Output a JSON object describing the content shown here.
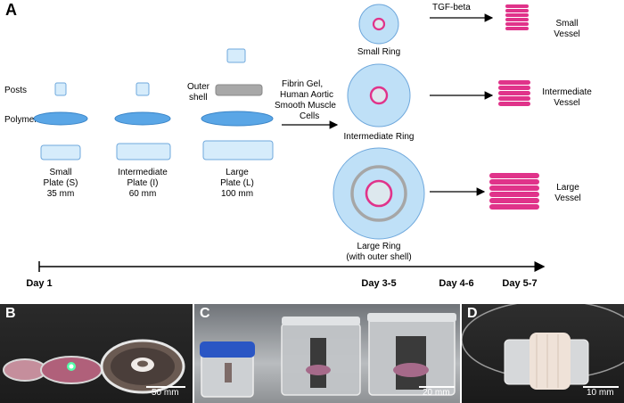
{
  "panel_labels": {
    "a": "A",
    "b": "B",
    "c": "C",
    "d": "D"
  },
  "labels": {
    "posts": "Posts",
    "polymer": "Polymer",
    "outer_shell_line1": "Outer",
    "outer_shell_line2": "shell",
    "process_line1": "Fibrin Gel,",
    "process_line2": "Human Aortic",
    "process_line3": "Smooth Muscle",
    "process_line4": "Cells",
    "tgf": "TGF-beta"
  },
  "plates": [
    {
      "line1": "Small",
      "line2": "Plate (S)",
      "line3": "35 mm"
    },
    {
      "line1": "Intermediate",
      "line2": "Plate (I)",
      "line3": "60 mm"
    },
    {
      "line1": "Large",
      "line2": "Plate (L)",
      "line3": "100 mm"
    }
  ],
  "rings": {
    "small": "Small Ring",
    "intermediate": "Intermediate Ring",
    "large_line1": "Large Ring",
    "large_line2": "(with outer shell)"
  },
  "vessels": {
    "small_line1": "Small",
    "small_line2": "Vessel",
    "intermediate_line1": "Intermediate",
    "intermediate_line2": "Vessel",
    "large_line1": "Large",
    "large_line2": "Vessel"
  },
  "timeline": {
    "day1": "Day 1",
    "day3": "Day 3-5",
    "day4": "Day 4-6",
    "day5": "Day 5-7"
  },
  "scalebars": {
    "b": "50 mm",
    "c": "20 mm",
    "d": "10 mm"
  },
  "colors": {
    "plate_blue": "#bfe0f7",
    "ring_pink": "#e0338a",
    "outline_blue": "#6fa8dc",
    "shell_gray": "#a6a6a6"
  }
}
